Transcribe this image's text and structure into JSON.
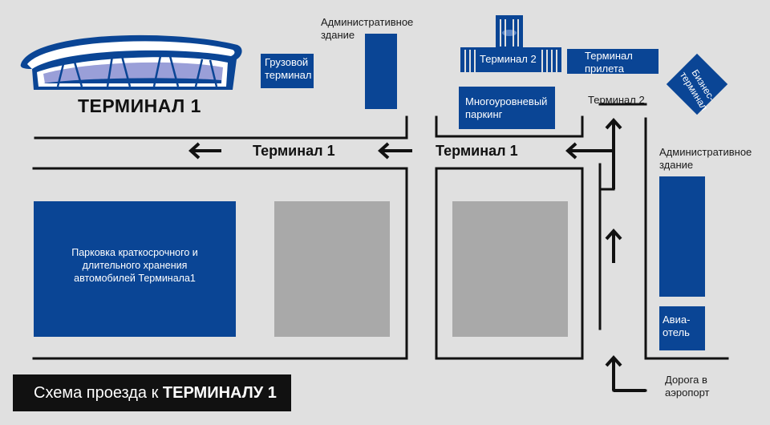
{
  "colors": {
    "background": "#e0e0e0",
    "building_blue": "#0a4595",
    "road_black": "#111111",
    "unlabeled_block": "#a9a9a9",
    "legend_bg": "#111111"
  },
  "terminal1": {
    "title": "ТЕРМИНАЛ 1",
    "icon": "terminal-building-icon"
  },
  "labels": {
    "admin_top": "Административное здание",
    "admin_right": "Административное здание",
    "terminal2_road": "Терминал 2",
    "road_to_airport": "Дорога в аэропорт"
  },
  "buildings": {
    "cargo": "Грузовой терминал",
    "terminal2": "Терминал 2",
    "arrival": "Терминал прилета",
    "business": "Бизнес-терминал",
    "multilevel_parking": "Многоуровневый паркинг",
    "parking_t1": "Парковка краткосрочного и длительного хранения автомобилей Терминала1",
    "hotel": "Авиа-отель"
  },
  "road_signs": [
    "Терминал 1",
    "Терминал 1"
  ],
  "legend": {
    "prefix": "Схема проезда к",
    "emphasis": "ТЕРМИНАЛУ 1"
  }
}
